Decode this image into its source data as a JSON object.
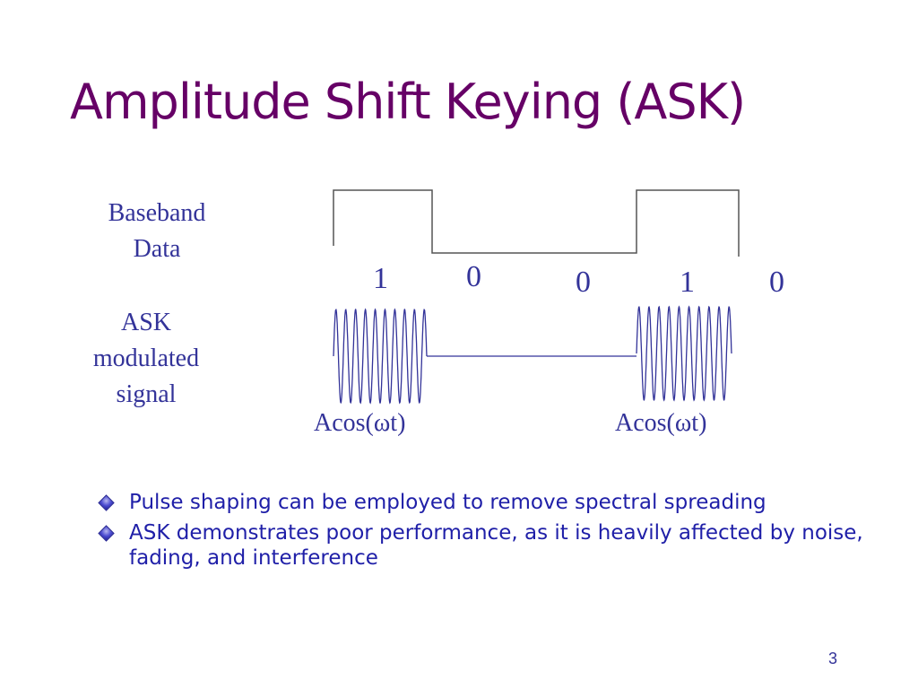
{
  "title": "Amplitude Shift Keying (ASK)",
  "labels": {
    "baseband_line1": "Baseband",
    "baseband_line2": "Data",
    "ask_line1": "ASK",
    "ask_line2": "modulated",
    "ask_line3": "signal"
  },
  "bits": [
    "1",
    "0",
    "0",
    "1",
    "0"
  ],
  "carrier_labels": [
    "Acos(ωt)",
    "Acos(ωt)"
  ],
  "bullets": [
    "Pulse shaping can be employed to remove spectral spreading",
    "ASK demonstrates poor performance, as it is heavily affected by noise, fading, and interference"
  ],
  "page_number": "3",
  "colors": {
    "title": "#660066",
    "diagram_text": "#333399",
    "bullet_text": "#1f1fa8",
    "waveform": "#333399",
    "baseband_line": "#555555"
  }
}
